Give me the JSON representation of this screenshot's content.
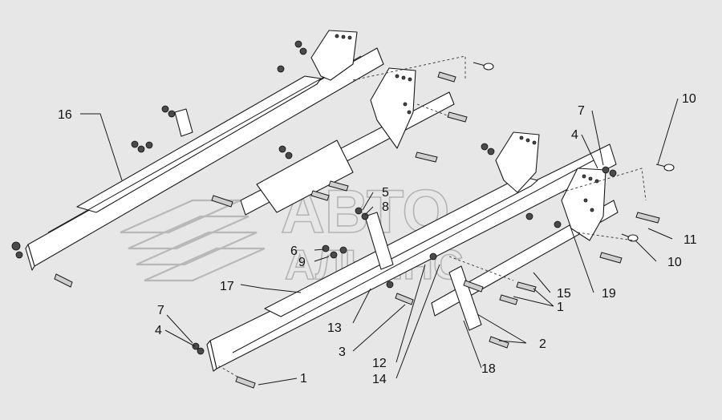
{
  "watermark": {
    "line1": "АВТО",
    "line2": "АЛЬЯНС"
  },
  "callouts": [
    {
      "id": "c16",
      "label": "16"
    },
    {
      "id": "c17",
      "label": "17"
    },
    {
      "id": "c10a",
      "label": "10"
    },
    {
      "id": "c7a",
      "label": "7"
    },
    {
      "id": "c4a",
      "label": "4"
    },
    {
      "id": "c5",
      "label": "5"
    },
    {
      "id": "c8",
      "label": "8"
    },
    {
      "id": "c6",
      "label": "6"
    },
    {
      "id": "c9",
      "label": "9"
    },
    {
      "id": "c11",
      "label": "11"
    },
    {
      "id": "c10b",
      "label": "10"
    },
    {
      "id": "c15",
      "label": "15"
    },
    {
      "id": "c19",
      "label": "19"
    },
    {
      "id": "c1a",
      "label": "1"
    },
    {
      "id": "c2",
      "label": "2"
    },
    {
      "id": "c13",
      "label": "13"
    },
    {
      "id": "c3",
      "label": "3"
    },
    {
      "id": "c12",
      "label": "12"
    },
    {
      "id": "c14",
      "label": "14"
    },
    {
      "id": "c18",
      "label": "18"
    },
    {
      "id": "c7b",
      "label": "7"
    },
    {
      "id": "c4b",
      "label": "4"
    },
    {
      "id": "c1b",
      "label": "1"
    }
  ]
}
